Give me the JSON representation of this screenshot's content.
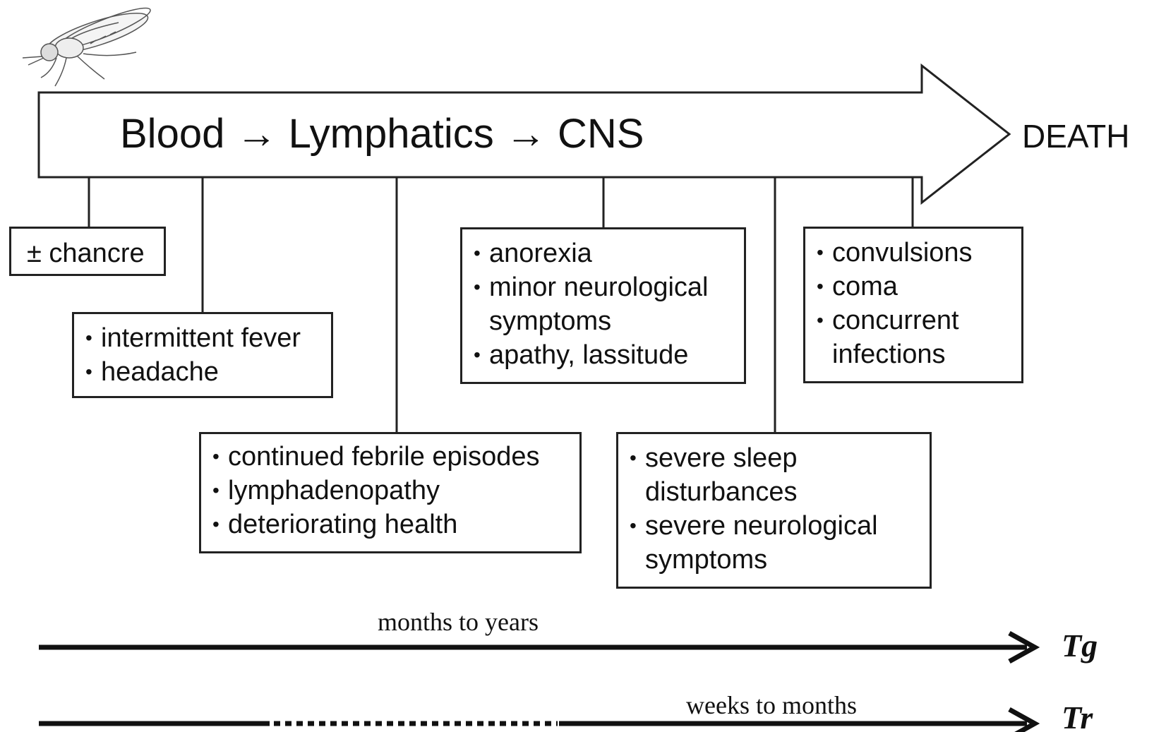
{
  "arrow": {
    "title": "Blood → Lymphatics → CNS",
    "end_label": "DEATH"
  },
  "boxes": {
    "chancre": {
      "text": "± chancre"
    },
    "fever": {
      "items": [
        "intermittent fever",
        "headache"
      ]
    },
    "febrile": {
      "items": [
        "continued febrile episodes",
        "lymphadenopathy",
        "deteriorating health"
      ]
    },
    "anorexia": {
      "items": [
        "anorexia",
        "minor neurological\nsymptoms",
        "apathy, lassitude"
      ]
    },
    "sleep": {
      "items": [
        "severe sleep\ndisturbances",
        "severe neurological\nsymptoms"
      ]
    },
    "convulsions": {
      "items": [
        "convulsions",
        "coma",
        "concurrent\ninfections"
      ]
    }
  },
  "timelines": {
    "tg": {
      "duration": "months to years",
      "species": "Tg"
    },
    "tr": {
      "duration": "weeks to months",
      "species": "Tr"
    }
  },
  "icons": {
    "vector": "tsetse-fly-icon"
  },
  "colors": {
    "ink": "#111111",
    "box_border": "#222222"
  }
}
